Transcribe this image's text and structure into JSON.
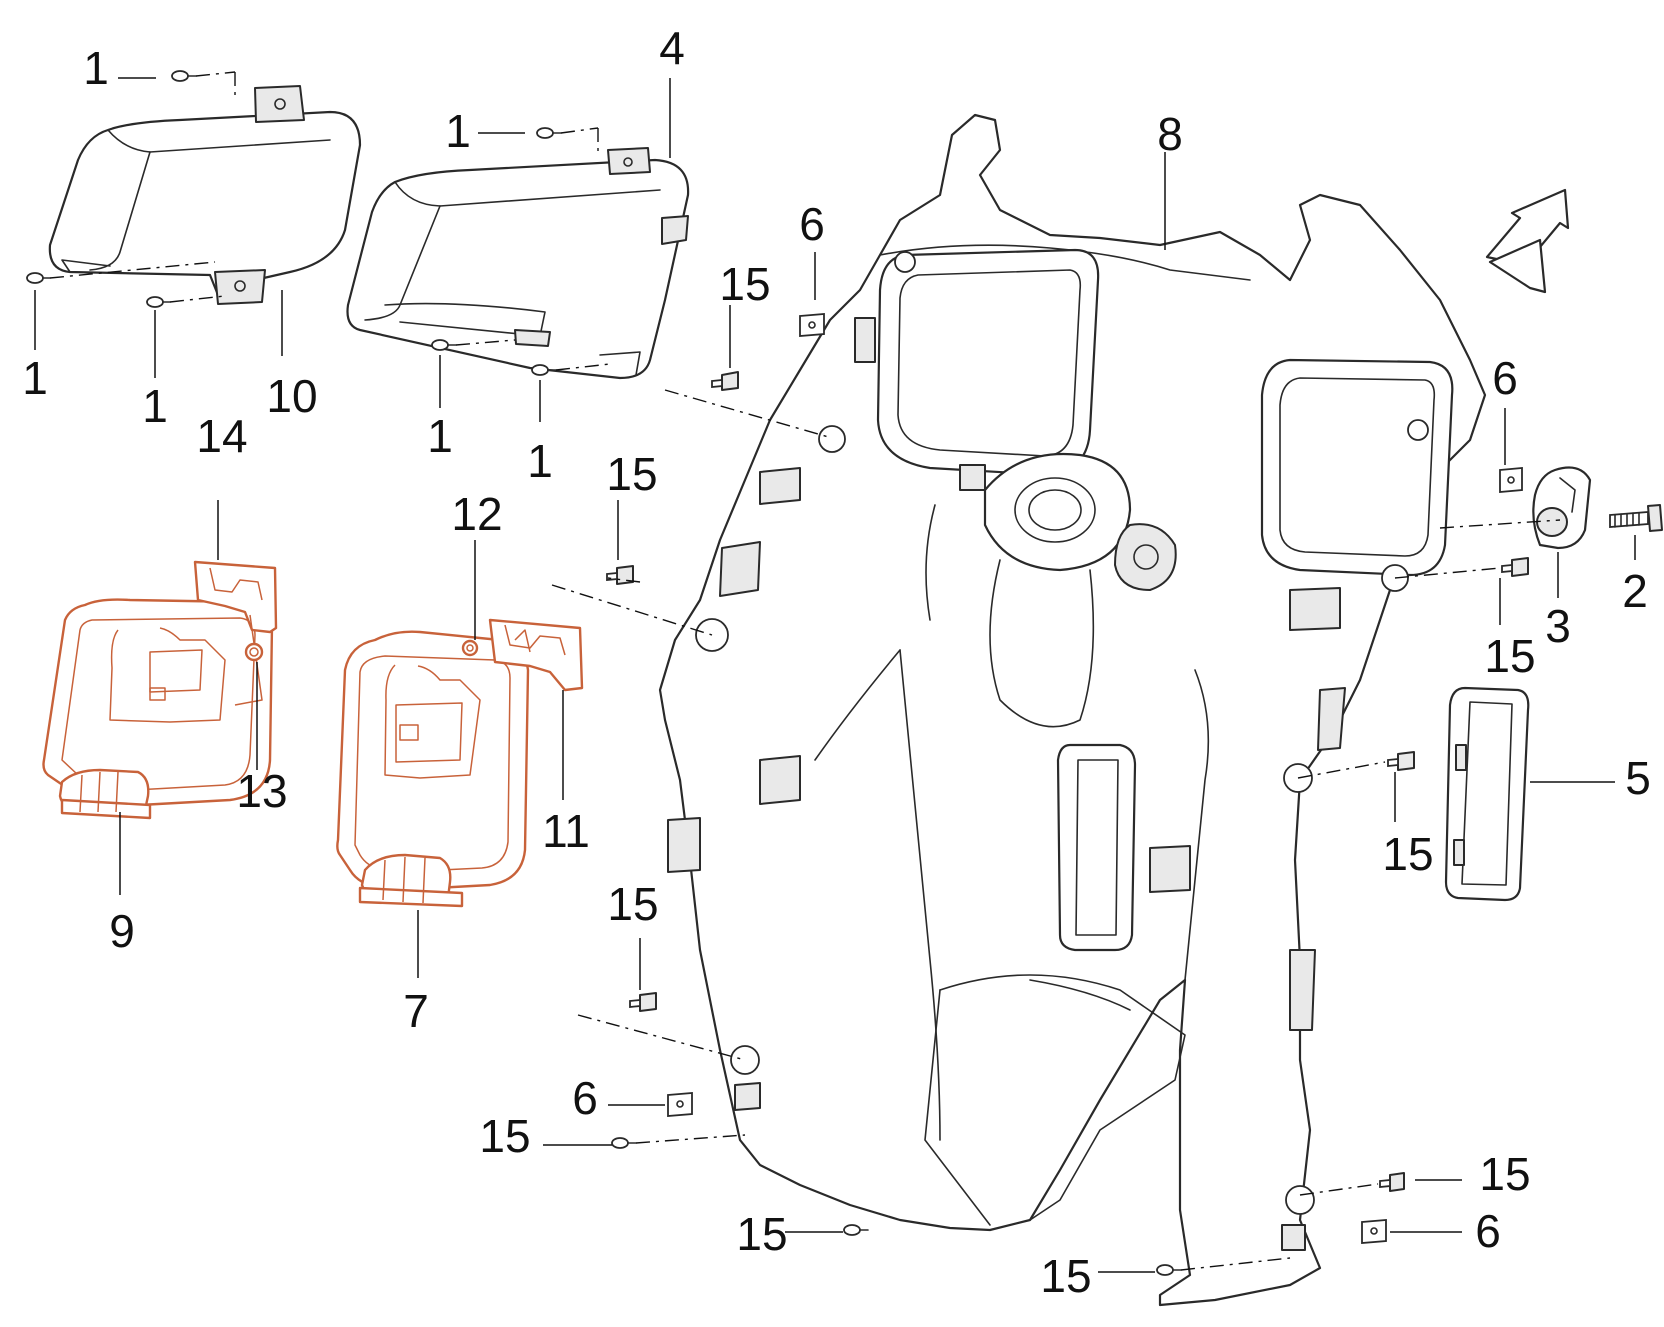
{
  "diagram": {
    "callouts": [
      {
        "id": "c1a",
        "text": "1"
      },
      {
        "id": "c1b",
        "text": "1"
      },
      {
        "id": "c1c",
        "text": "1"
      },
      {
        "id": "c1d",
        "text": "1"
      },
      {
        "id": "c1e",
        "text": "1"
      },
      {
        "id": "c1f",
        "text": "1"
      },
      {
        "id": "c2",
        "text": "2"
      },
      {
        "id": "c3",
        "text": "3"
      },
      {
        "id": "c4",
        "text": "4"
      },
      {
        "id": "c5",
        "text": "5"
      },
      {
        "id": "c6a",
        "text": "6"
      },
      {
        "id": "c6b",
        "text": "6"
      },
      {
        "id": "c6c",
        "text": "6"
      },
      {
        "id": "c6d",
        "text": "6"
      },
      {
        "id": "c7",
        "text": "7"
      },
      {
        "id": "c8",
        "text": "8"
      },
      {
        "id": "c9",
        "text": "9"
      },
      {
        "id": "c10",
        "text": "10"
      },
      {
        "id": "c11",
        "text": "11"
      },
      {
        "id": "c12",
        "text": "12"
      },
      {
        "id": "c13",
        "text": "13"
      },
      {
        "id": "c14",
        "text": "14"
      },
      {
        "id": "c15a",
        "text": "15"
      },
      {
        "id": "c15b",
        "text": "15"
      },
      {
        "id": "c15c",
        "text": "15"
      },
      {
        "id": "c15d",
        "text": "15"
      },
      {
        "id": "c15e",
        "text": "15"
      },
      {
        "id": "c15f",
        "text": "15"
      },
      {
        "id": "c15g",
        "text": "15"
      },
      {
        "id": "c15h",
        "text": "15"
      },
      {
        "id": "c15i",
        "text": "15"
      }
    ],
    "colors": {
      "line": "#2a2a2a",
      "highlight": "#c8623a",
      "background": "#ffffff"
    },
    "icons": {
      "direction": "arrow-icon"
    }
  }
}
